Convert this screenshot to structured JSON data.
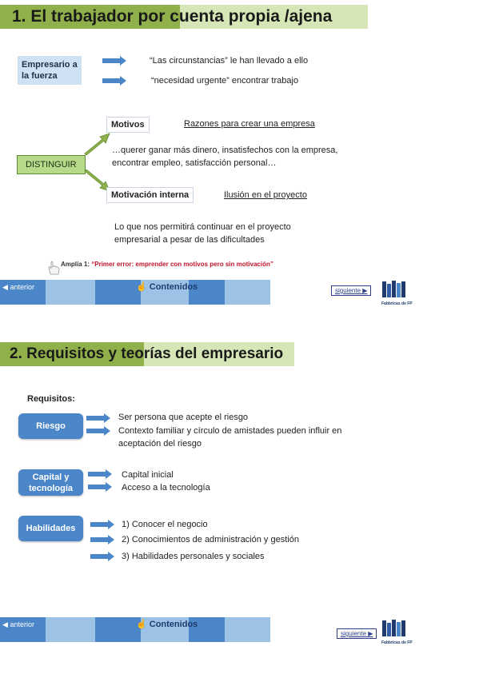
{
  "slide1": {
    "title": "1. El trabajador por cuenta propia /ajena",
    "empresario_box": "Empresario a la fuerza",
    "reasons": [
      "“Las circunstancias” le han llevado a ello",
      "“necesidad urgente” encontrar trabajo"
    ],
    "motivos_label": "Motivos",
    "motivos_link": "Razones para crear una empresa",
    "motivos_desc": "…querer ganar más dinero, insatisfechos con la empresa, encontrar empleo, satisfacción personal…",
    "distinguir": "DISTINGUIR",
    "motivacion_label": "Motivación interna",
    "motivacion_link": "Ilusión en el proyecto",
    "motivacion_desc": "Lo que nos permitirá  continuar en el proyecto empresarial a pesar de las dificultades",
    "amplia_label": "Amplía 1:",
    "amplia_text": "“Primer error:  emprender con motivos pero sin motivación”",
    "bullet_glyph": ""
  },
  "slide2": {
    "title": "2. Requisitos y teorías del empresario",
    "requisitos_label": "Requisitos:",
    "groups": [
      {
        "name": "Riesgo",
        "items": [
          "Ser persona que acepte el riesgo",
          "Contexto familiar y círculo de amistades pueden influir en aceptación del riesgo"
        ]
      },
      {
        "name": "Capital y tecnología",
        "items": [
          "Capital inicial",
          "Acceso a la tecnología"
        ]
      },
      {
        "name": "Habilidades",
        "items": [
          "1) Conocer el negocio",
          "2) Conocimientos de administración  y gestión",
          "3) Habilidades personales y sociales"
        ]
      }
    ]
  },
  "nav": {
    "anterior": "anterior",
    "contenidos": "Contenidos",
    "siguiente": "siguiente",
    "logo_text": "Fabbricas de FP"
  },
  "colors": {
    "title_bar_dark": "#8fb04a",
    "title_bar_light": "#d6e6b6",
    "nav_dark": "#4a86c8",
    "nav_light": "#9cc3e6",
    "arrow_blue": "#4a86c8",
    "green_arrow": "#8fb04a",
    "amplia_red": "#c0142a"
  }
}
